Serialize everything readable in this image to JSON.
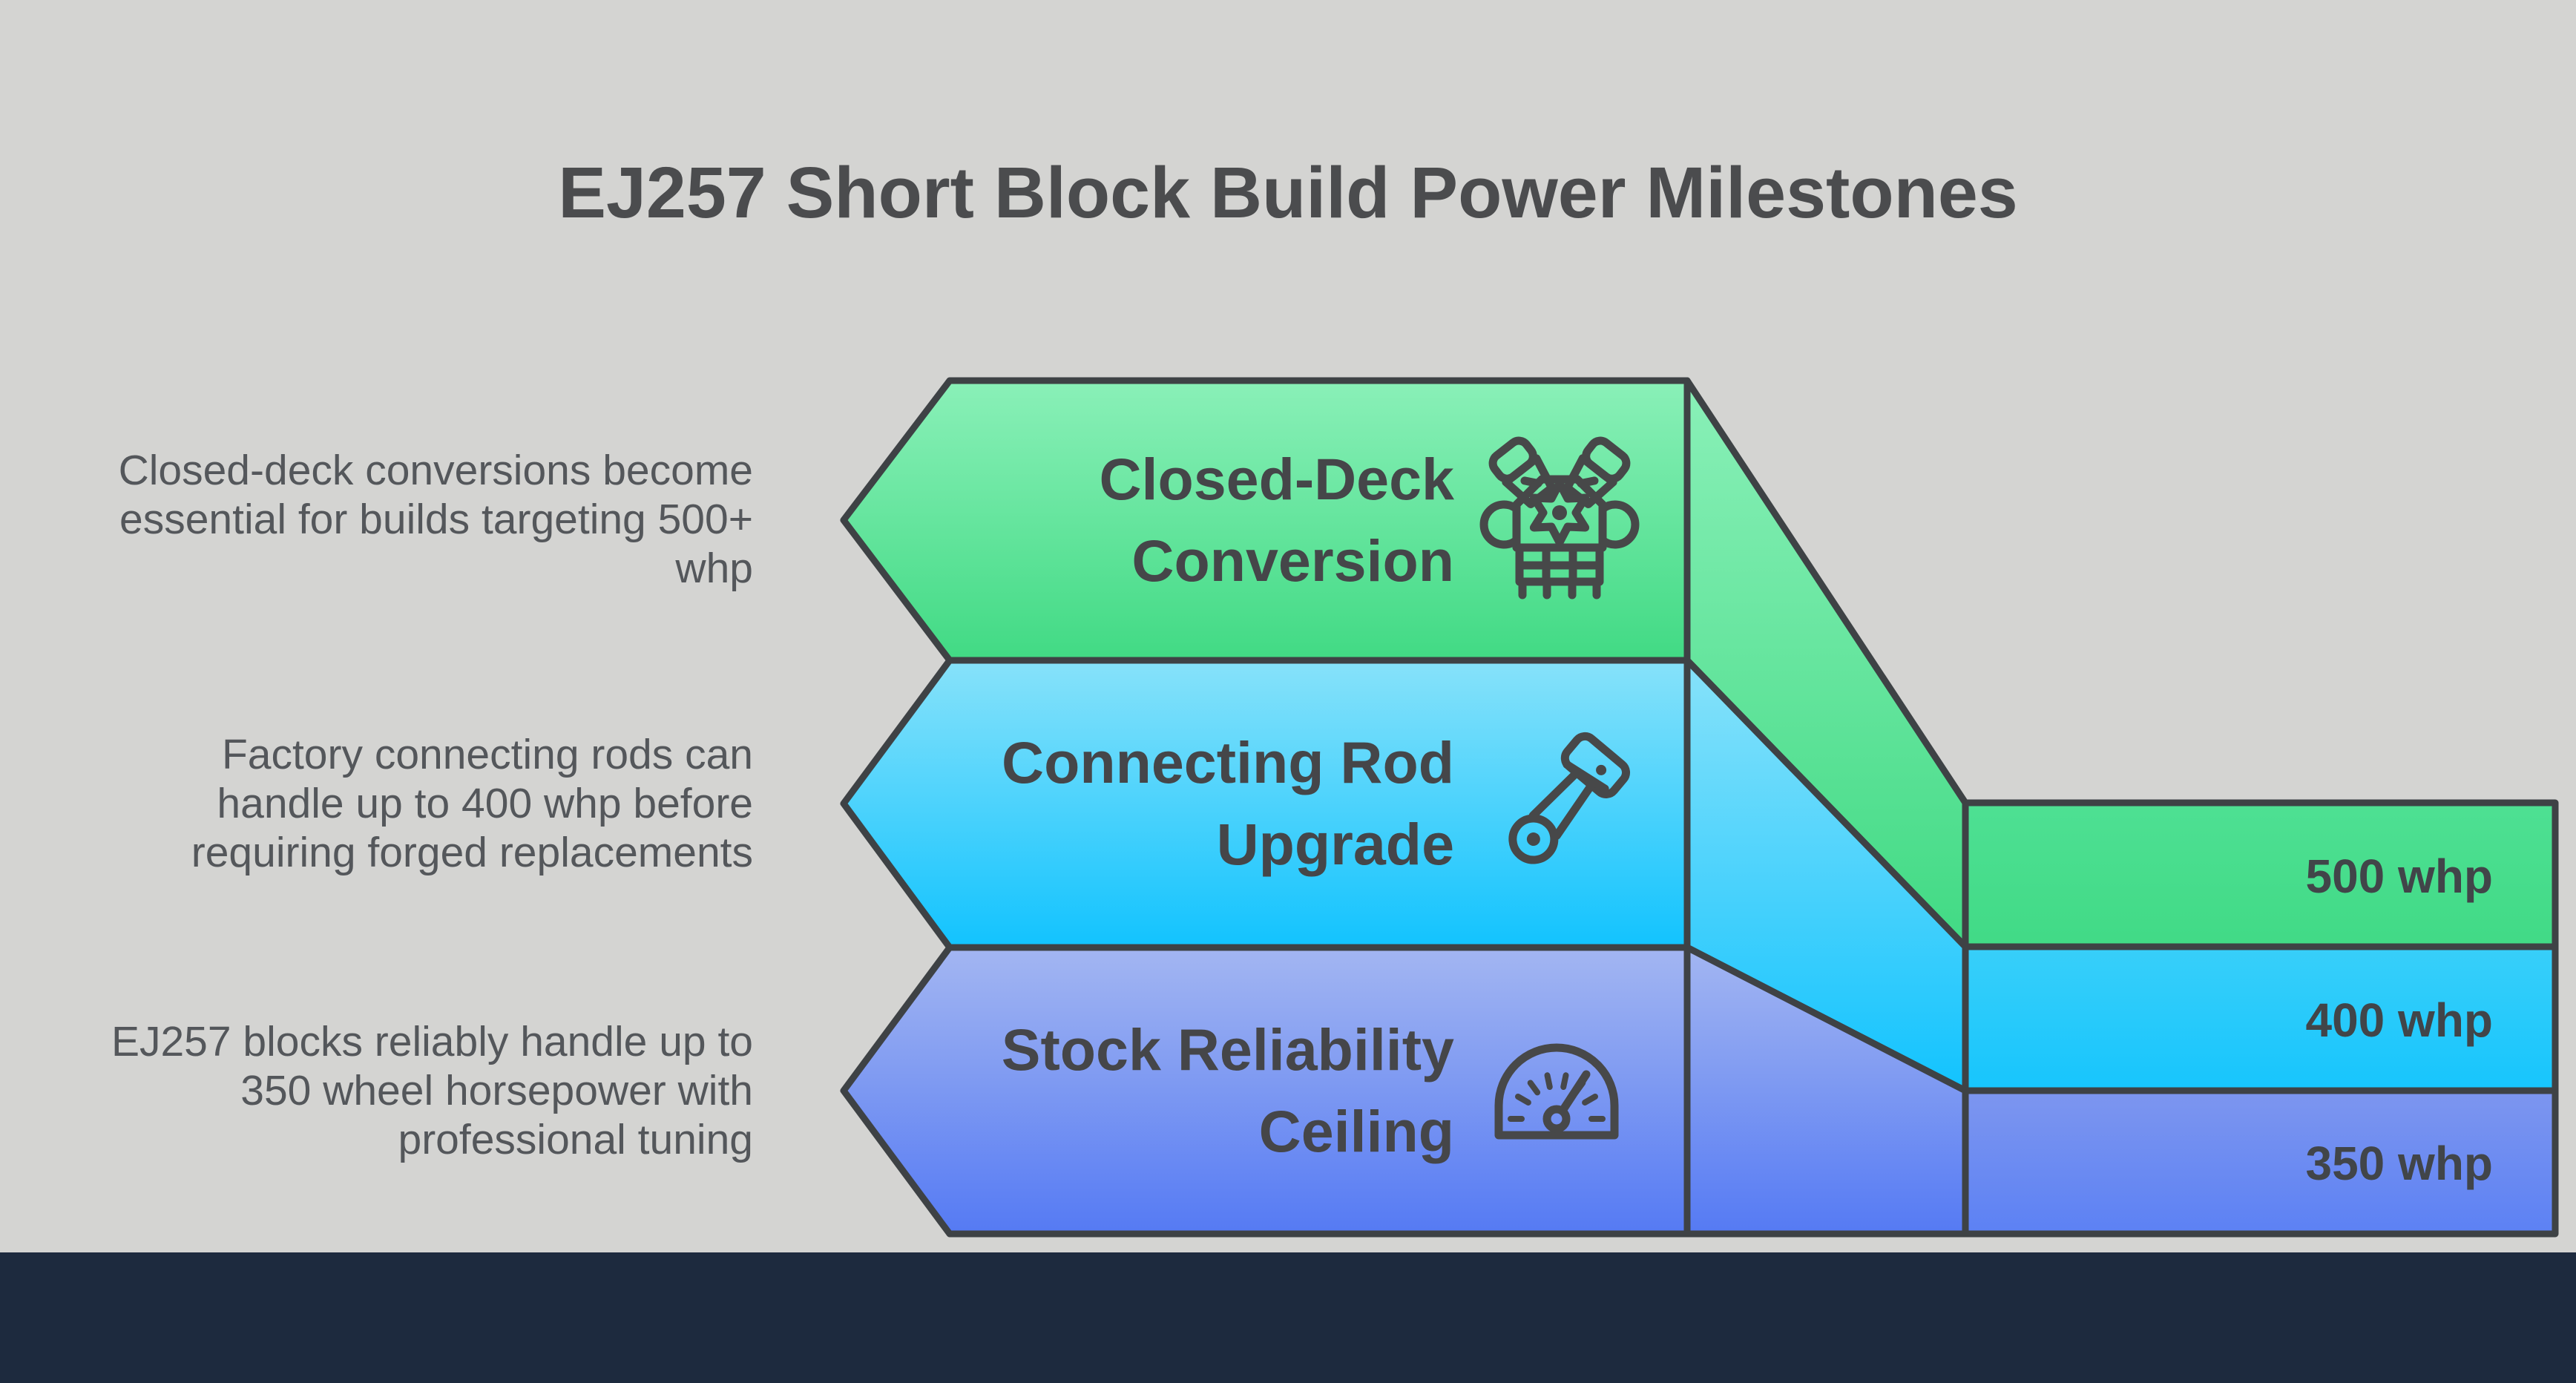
{
  "title": "EJ257 Short Block Build Power Milestones",
  "colors": {
    "background": "#d4d4d2",
    "outline": "#3e4245",
    "icon_stroke": "#474849",
    "title_text": "#4b4c4e",
    "desc_text": "#54575b",
    "label_text": "#454649",
    "footer": "#1d2a3e",
    "green_light": "#8af0b8",
    "green_dark": "#41da84",
    "cyan_light": "#87e2fa",
    "cyan_dark": "#12c3fe",
    "indigo_light": "#a3b6f2",
    "indigo_dark": "#557af3"
  },
  "milestones": [
    {
      "icon": "engine-icon",
      "label_lines": [
        "Closed-Deck",
        "Conversion"
      ],
      "desc_lines": [
        "Closed-deck conversions become",
        "essential for builds targeting 500+",
        "whp"
      ],
      "power": "500 whp"
    },
    {
      "icon": "piston-icon",
      "label_lines": [
        "Connecting Rod",
        "Upgrade"
      ],
      "desc_lines": [
        "Factory connecting rods can",
        "handle up to 400 whp before",
        "requiring forged replacements"
      ],
      "power": "400 whp"
    },
    {
      "icon": "gauge-icon",
      "label_lines": [
        "Stock Reliability",
        "Ceiling"
      ],
      "desc_lines": [
        "EJ257 blocks reliably handle up to",
        "350 wheel horsepower with",
        "professional tuning"
      ],
      "power": "350 whp"
    }
  ]
}
